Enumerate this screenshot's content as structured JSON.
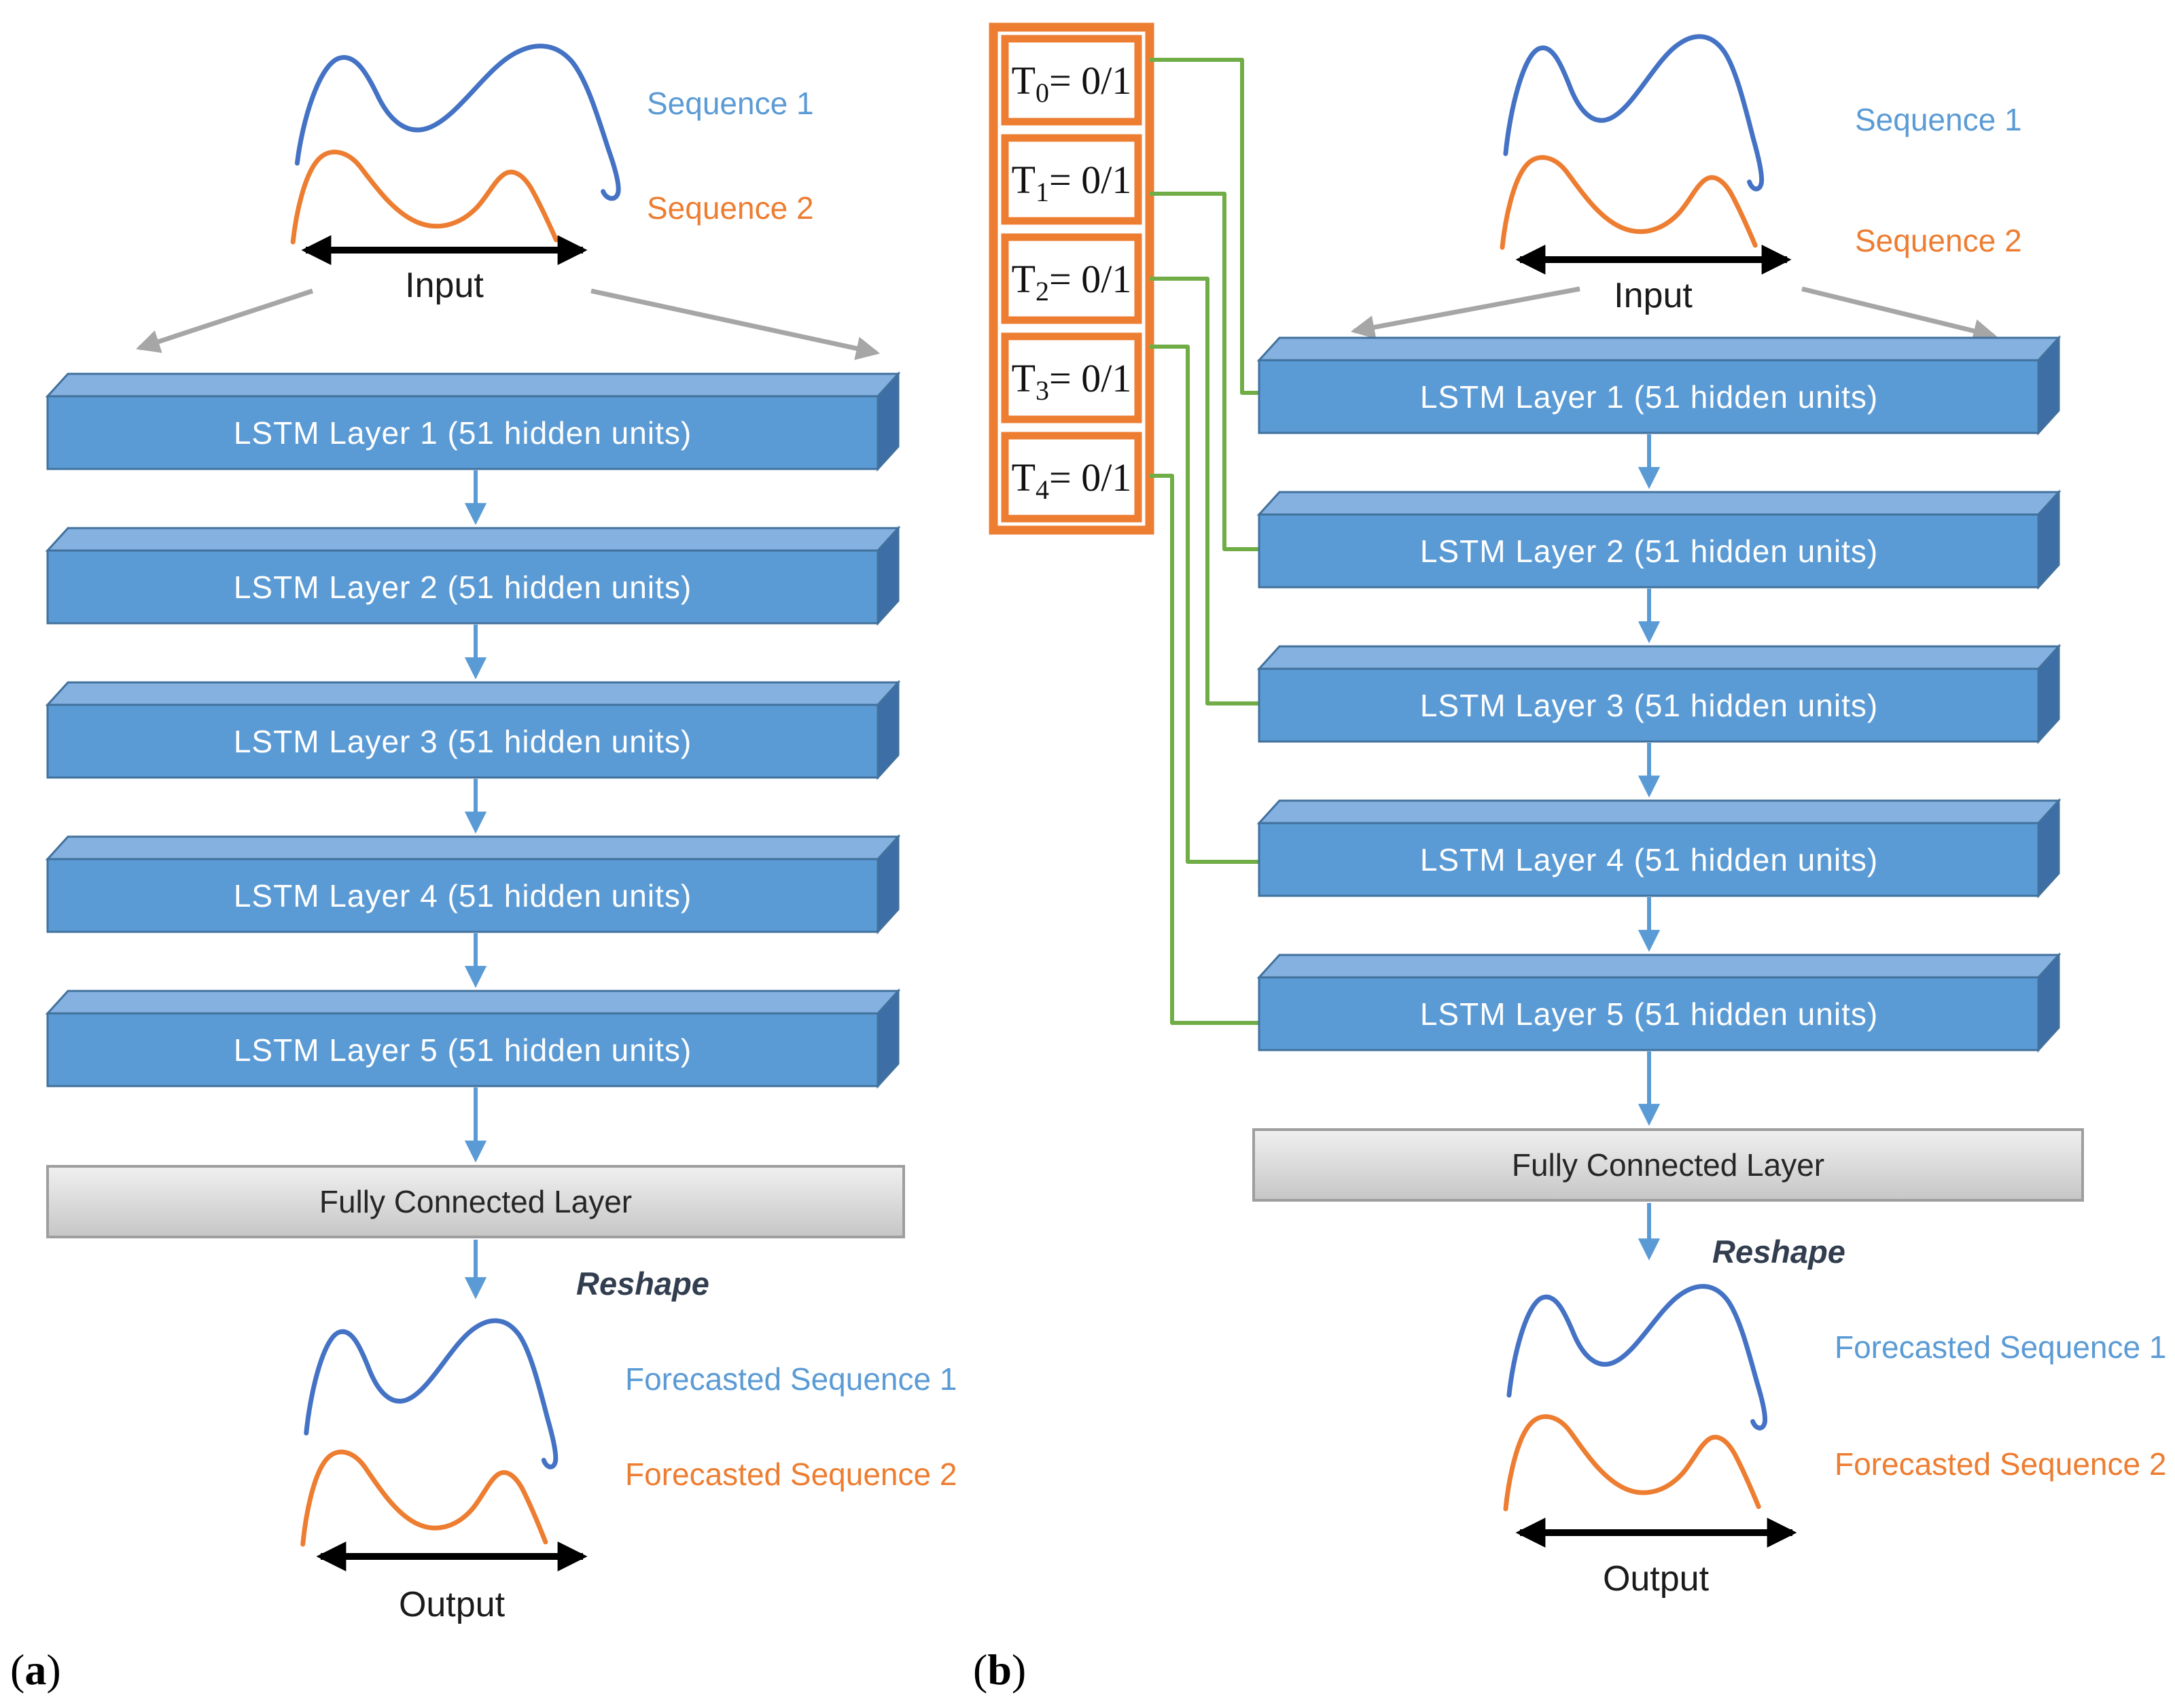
{
  "layers": [
    "LSTM Layer 1 (51 hidden units)",
    "LSTM Layer 2 (51 hidden units)",
    "LSTM Layer 3 (51 hidden units)",
    "LSTM Layer 4 (51 hidden units)",
    "LSTM Layer 5 (51 hidden units)"
  ],
  "labels": {
    "sequence1": "Sequence 1",
    "sequence2": "Sequence 2",
    "input": "Input",
    "fully_connected": "Fully Connected Layer",
    "reshape": "Reshape",
    "forecast1": "Forecasted Sequence 1",
    "forecast2": "Forecasted Sequence 2",
    "output": "Output"
  },
  "diagram_a": {
    "caption_open": "(",
    "caption_letter": "a",
    "caption_close": ")"
  },
  "diagram_b": {
    "caption_open": "(",
    "caption_letter": "b",
    "caption_close": ")",
    "teacher_flags": [
      {
        "prefix": "T",
        "sub": "0",
        "value": "= 0/1"
      },
      {
        "prefix": "T",
        "sub": "1",
        "value": "= 0/1"
      },
      {
        "prefix": "T",
        "sub": "2",
        "value": "= 0/1"
      },
      {
        "prefix": "T",
        "sub": "3",
        "value": "= 0/1"
      },
      {
        "prefix": "T",
        "sub": "4",
        "value": "= 0/1"
      }
    ]
  },
  "colors": {
    "lstm_box_front": "#5B9BD5",
    "lstm_box_top": "#85B1E0",
    "lstm_box_side": "#3D6EA5",
    "lstm_box_border": "#41719C",
    "curve_blue": "#4472C4",
    "orange": "#ED7D31",
    "green_connector": "#70AD47",
    "gray_arrow": "#A6A6A6",
    "fc_fill_top": "#F0F0F0",
    "fc_fill_bottom": "#C6C6C6",
    "reshape_text": "#323E4F"
  }
}
